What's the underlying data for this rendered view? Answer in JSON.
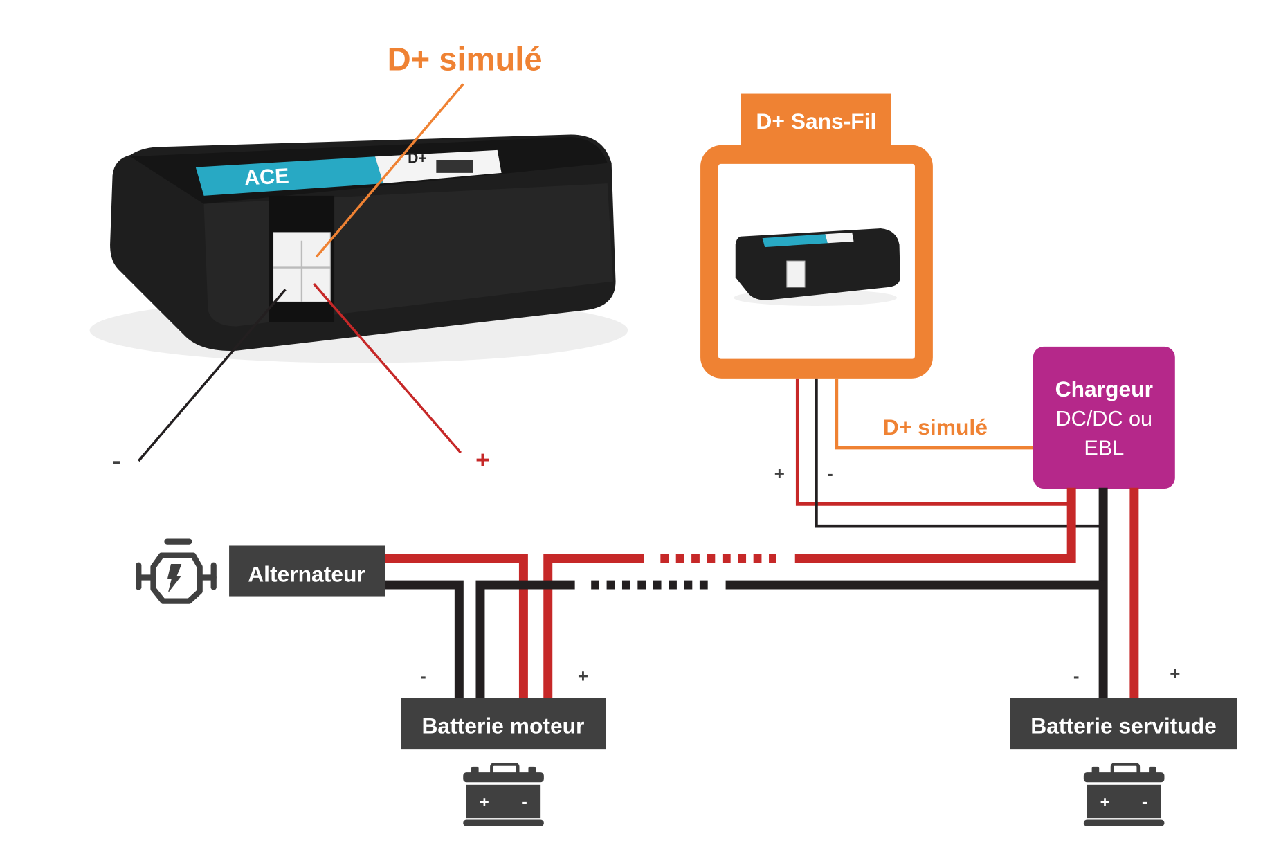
{
  "colors": {
    "orange": "#ef8233",
    "red": "#c62828",
    "black": "#231f20",
    "label_bg": "#404040",
    "charger": "#b5288a",
    "device_teal": "#28a9c4"
  },
  "device_photo": {
    "callout": "D+ simulé",
    "minus": "-",
    "plus": "+"
  },
  "wireless_box": {
    "title": "D+ Sans-Fil",
    "plus": "+",
    "minus": "-",
    "signal_label": "D+ simulé"
  },
  "charger": {
    "line1": "Chargeur",
    "line2": "DC/DC ou",
    "line3": "EBL"
  },
  "alternator": {
    "label": "Alternateur",
    "icon": "engine-icon"
  },
  "engine_battery": {
    "label": "Batterie moteur",
    "minus": "-",
    "plus": "+",
    "icon": "battery-icon",
    "icon_plus": "+",
    "icon_minus": "-"
  },
  "service_battery": {
    "label": "Batterie servitude",
    "minus": "-",
    "plus": "+",
    "icon": "battery-icon",
    "icon_plus": "+",
    "icon_minus": "-"
  }
}
